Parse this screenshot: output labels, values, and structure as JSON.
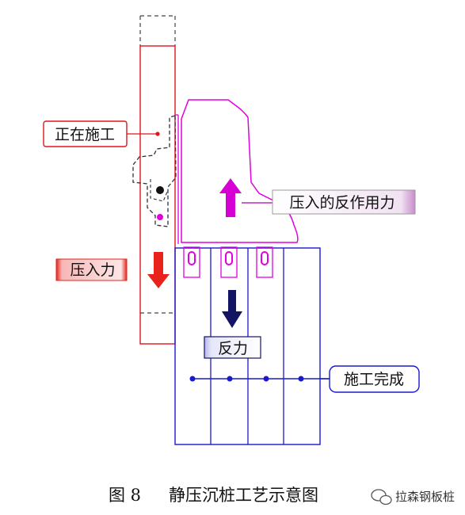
{
  "labels": {
    "under_construction": "正在施工",
    "reaction_force": "压入的反作用力",
    "press_force": "压入力",
    "counter_force": "反力",
    "construction_complete": "施工完成"
  },
  "caption": {
    "figure_no": "图 8",
    "title": "静压沉桩工艺示意图"
  },
  "watermark": {
    "text": "拉森钢板桩",
    "icon": "wechat-bubble-icon"
  },
  "colors": {
    "pile_in_progress": "#e0141e",
    "machine": "#e000e0",
    "completed_piles": "#1a1acc",
    "press_arrow": "#e8231b",
    "reaction_arrow": "#d400d4",
    "counter_arrow": "#141464",
    "press_label_fill": "#f6b7b7",
    "reaction_label_fill": "#d9a6dc",
    "counter_label_fill": "#b3b6e8"
  }
}
